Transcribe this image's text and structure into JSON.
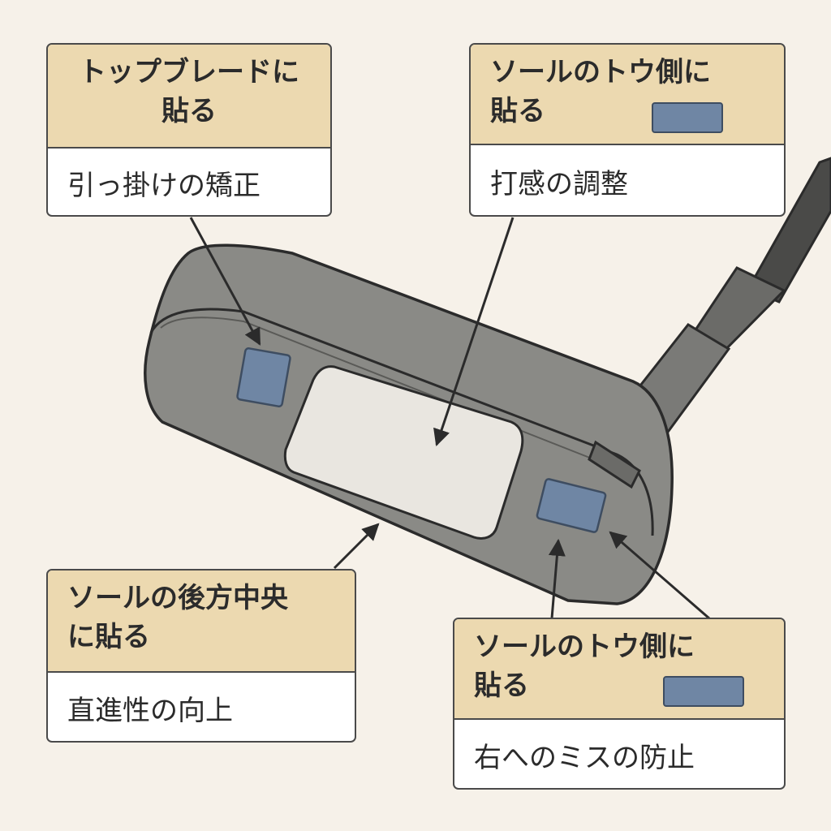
{
  "colors": {
    "background": "#f6f1e9",
    "header_fill": "#ecd9b0",
    "tape_blue": "#6f86a4",
    "putter_gray": "#8a8a86",
    "face_insert": "#e9e6e0"
  },
  "callouts": {
    "top_blade": {
      "title_line1": "トップブレードに",
      "title_line2": "貼る",
      "effect": "引っ掛けの矯正"
    },
    "sole_toe_upper": {
      "title_line1": "ソールのトウ側に",
      "title_line2": "貼る",
      "effect": "打感の調整"
    },
    "sole_back_center": {
      "title_line1": "ソールの後方中央",
      "title_line2": "に貼る",
      "effect": "直進性の向上"
    },
    "sole_toe_lower": {
      "title_line1": "ソールのトウ側に",
      "title_line2": "貼る",
      "effect": "右へのミスの防止"
    }
  }
}
